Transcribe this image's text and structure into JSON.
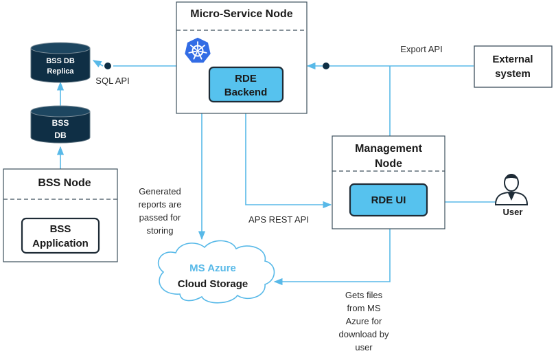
{
  "nodes": {
    "microservice": {
      "title": "Micro-Service Node",
      "backend_line1": "RDE",
      "backend_line2": "Backend"
    },
    "management": {
      "title_line1": "Management",
      "title_line2": "Node",
      "ui": "RDE UI"
    },
    "bss": {
      "title": "BSS Node",
      "app_line1": "BSS",
      "app_line2": "Application"
    },
    "external": {
      "line1": "External",
      "line2": "system"
    }
  },
  "databases": {
    "replica": {
      "line1": "BSS DB",
      "line2": "Replica"
    },
    "main": {
      "line1": "BSS",
      "line2": "DB"
    }
  },
  "cloud": {
    "line1": "MS Azure",
    "line2": "Cloud Storage"
  },
  "actor": {
    "label": "User"
  },
  "labels": {
    "sql_api": "SQL API",
    "export_api": "Export API",
    "aps_rest_api": "APS REST API",
    "generated": [
      "Generated",
      "reports are",
      "passed for",
      "storing"
    ],
    "gets_files": [
      "Gets files",
      "from MS",
      "Azure for",
      "download by",
      "user"
    ]
  },
  "icons": {
    "orchestrator": "kubernetes-icon",
    "user": "user-icon",
    "database": "database-icon",
    "cloud": "cloud-icon"
  },
  "colors": {
    "accent": "#58b9e8",
    "highlight_fill": "#56c2ee",
    "db_fill": "#0f2f45",
    "border": "#3d4f5c"
  }
}
